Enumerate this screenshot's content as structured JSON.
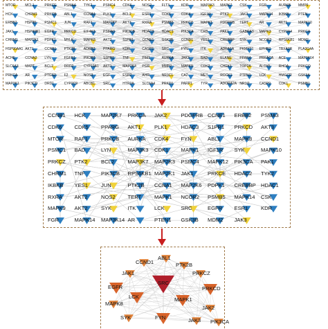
{
  "colors": {
    "blue": "#2d7fc1",
    "yellow": "#f0d23a",
    "crimson": "#b01e2b",
    "orange": "#e0823a",
    "border": "#a07a4a",
    "arrow": "#c81e1e"
  },
  "panel1": {
    "rows": [
      [
        "MTOR",
        "MCL1",
        "PRKCE",
        "PSMA4",
        "TYK2",
        "PSMC4",
        "CDK6",
        "NOS2",
        "FLT3",
        "KDR",
        "MAP3K3",
        "MAPK7",
        "CSK",
        "FGR",
        "AURKB",
        "MMP9"
      ],
      [
        "HCK",
        "CHRM1",
        "PRKCB",
        "ABL1",
        "CCNA1",
        "PLK1",
        "BCL2",
        "ESR1",
        "CDK5",
        "CDK4",
        "IGF1R",
        "PTK2",
        "JAK2",
        "MAPK14",
        "IKBKB",
        "PTEN"
      ],
      [
        "ERBB2",
        "HSP90",
        "PSMC1",
        "JUN",
        "RAF1",
        "MAP2K7",
        "AKT3",
        "RXRA",
        "PSMB5",
        "PRKCZ",
        "MAPK1",
        "PDGFRB",
        "TERT",
        "AR",
        "AKT1",
        "MAPK10"
      ],
      [
        "JAK1",
        "HSP90B1",
        "EGFR",
        "PRKCD",
        "EIF4K3",
        "PSMA3",
        "PIK3CB",
        "HDAC3",
        "HDAC1",
        "PIK3CA",
        "CRB",
        "PAK1",
        "GABRA3",
        "MAPK3",
        "CYP3A4",
        "PRKCA"
      ],
      [
        "CHRM1",
        "MAP2K1",
        "PDPK1",
        "MYLK",
        "MAPK8",
        "AKT2",
        "S1PR1",
        "CCNE1",
        "GSK3B",
        "CCND1",
        "YES1",
        "CREBBP",
        "SYK",
        "NCOR2",
        "RPS6KB1",
        "MDM2"
      ],
      [
        "HSP90AA1",
        "AKT1",
        "CCNB1",
        "PTK2B",
        "ADRB2",
        "PPARG",
        "KDR",
        "CASP3",
        "SRC",
        "FYN",
        "ITK",
        "ADRA1A",
        "PKMYT1",
        "EPHB2",
        "TBXA2R",
        "PLA2G4A"
      ],
      [
        "ACHE",
        "CCNA2",
        "LYN",
        "FGFR1",
        "PIK3R1",
        "S1PR1",
        "TNF",
        "PIM1",
        "AURKA",
        "JAK3",
        "BAD",
        "ELANE",
        "PPARA",
        "PRKACA",
        "ACE",
        "MAP3K14"
      ],
      [
        "SLC6A3",
        "MAPT",
        "BCL2",
        "DRD2",
        "CYP19A1",
        "AKT1",
        "MAP2K4",
        "PGR",
        "MMP2",
        "MAPK9",
        "CDK2",
        "CHEK1",
        "TOP2A",
        "ALOX5",
        "RHOA",
        "PRKCQ"
      ],
      [
        "PRKCA",
        "AR",
        "PTGS2",
        "F2",
        "NOS3",
        "EGF",
        "ESR2",
        "AHR",
        "NR3C1",
        "CA2",
        "MET",
        "ROCK1",
        "PTPN1",
        "LCK",
        "HMGCR",
        "GSK3A"
      ],
      [
        "MAP3K1",
        "PIK3CD",
        "DRD1",
        "CYP2C9",
        "ABCB1",
        "SRC",
        "HTR2A",
        "SLC6A4",
        "PRKD1",
        "PARP1",
        "TYR",
        "ADORA2A",
        "NR1I2",
        "CASP9",
        "CDK1",
        "PSMB1"
      ]
    ]
  },
  "panel2": {
    "rows": [
      [
        "CCNB1",
        "HCK",
        "MAP2K7",
        "PRKCA",
        "JAK2",
        "PDGFRB",
        "CCNE1",
        "ERBB2",
        "PSMA3"
      ],
      [
        "CDK6",
        "CDK5",
        "PPARG",
        "AKT1",
        "PLK1",
        "HDAC3",
        "S1PR1",
        "PRKCD",
        "AKT3"
      ],
      [
        "MTOR",
        "RAF1",
        "PRKCB",
        "AURKA",
        "CDK4",
        "FYN",
        "ABL1",
        "MAPK8",
        "CCND1"
      ],
      [
        "PSMC1",
        "BAD",
        "LYN",
        "MAP3K3",
        "CDK1",
        "MAPK1",
        "IGF1R",
        "SYK",
        "MAPK10"
      ],
      [
        "PRKCZ",
        "PTK2",
        "BCL2",
        "MAP3K7",
        "MAP2K3",
        "PSMC4",
        "MAPK12",
        "PIK3CA",
        "PAK1"
      ],
      [
        "CHRM1",
        "TNF",
        "PIK3CB",
        "RPS6KB1",
        "MAP2K1",
        "JAK1",
        "PRKCE",
        "HDAC2",
        "TYK2"
      ],
      [
        "IKBKB",
        "YES1",
        "JUN",
        "PTK2B",
        "CCNA1",
        "MAP2K6",
        "PDPK1",
        "CREBBP",
        "HDAC1"
      ],
      [
        "RXRA",
        "AKT2",
        "NOS2",
        "TERT",
        "MAPK1",
        "NCOR2",
        "PSMB5",
        "MAPK14",
        "CSK"
      ],
      [
        "MAPK9",
        "AKT2",
        "SYK",
        "ITK",
        "LCK",
        "SRC",
        "EGFR",
        "ESR1",
        "KDR"
      ],
      [
        "FGR",
        "MAPK14",
        "MAP3K14",
        "AR",
        "PTEN1",
        "GSK3B",
        "MDM2",
        "JAK3",
        ""
      ]
    ]
  },
  "panel3": {
    "hub": "SRC",
    "nodes": [
      "ABL1",
      "CCND1",
      "PTK2B",
      "JAK1",
      "PRKCZ",
      "EGFR",
      "PRKCD",
      "MAPK8",
      "LCK",
      "MAPK1",
      "JAK2",
      "SYK",
      "FYN",
      "JAK3",
      "PIK3CA"
    ]
  }
}
